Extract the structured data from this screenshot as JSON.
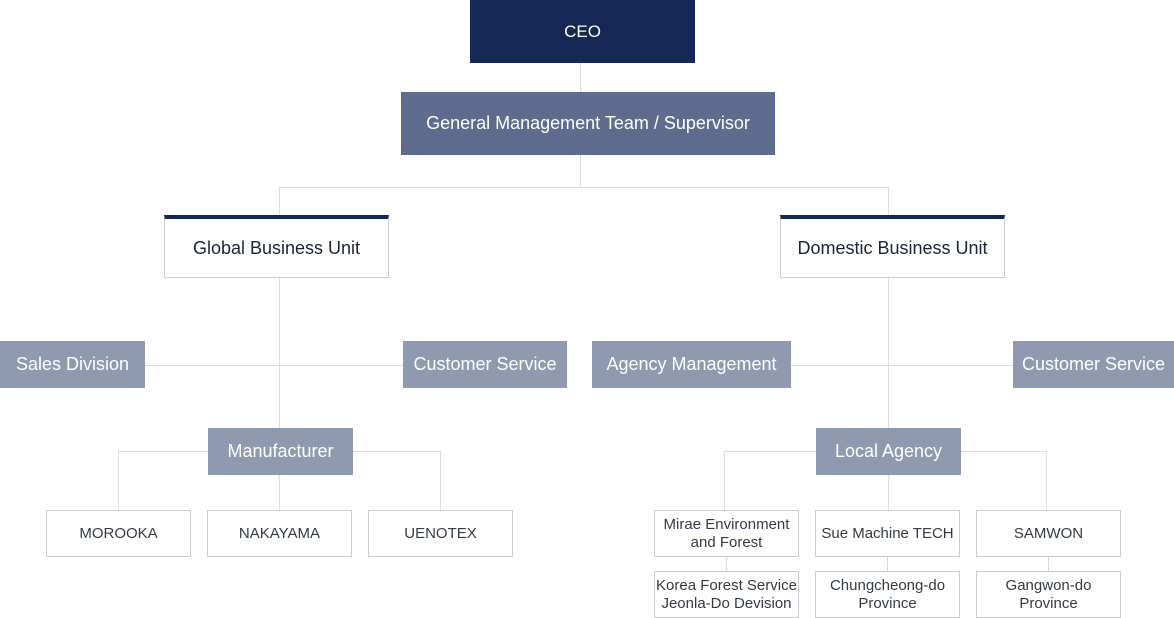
{
  "ceo": "CEO",
  "general_management": "General Management Team / Supervisor",
  "global_unit": {
    "title": "Global Business Unit",
    "sales": "Sales Division",
    "customer_service": "Customer Service",
    "manufacturer": "Manufacturer",
    "partners": [
      "MOROOKA",
      "NAKAYAMA",
      "UENOTEX"
    ]
  },
  "domestic_unit": {
    "title": "Domestic Business Unit",
    "agency_management": "Agency Management",
    "customer_service": "Customer Service",
    "local_agency": "Local Agency",
    "agencies": [
      {
        "name": "Mirae Environment and Forest",
        "region": "Korea Forest Service Jeonla-Do Devision"
      },
      {
        "name": "Sue Machine TECH",
        "region": "Chungcheong-do Province"
      },
      {
        "name": "SAMWON",
        "region": "Gangwon-do Province"
      }
    ]
  },
  "colors": {
    "navy": "#152754",
    "slate": "#5e6d8e",
    "grey_box": "#8f9ab0",
    "connector": "#d9dce1"
  }
}
